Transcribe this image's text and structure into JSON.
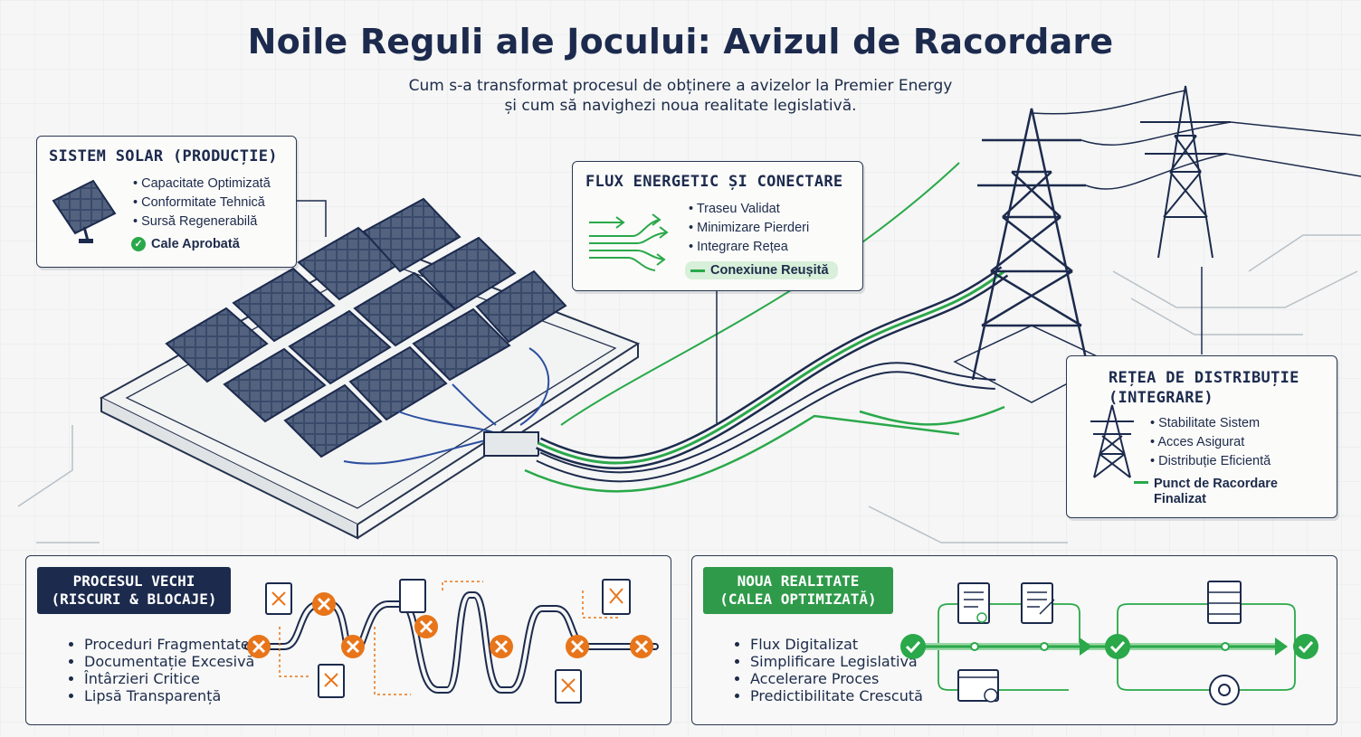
{
  "header": {
    "title": "Noile Reguli ale Jocului: Avizul de Racordare",
    "subtitle_line1": "Cum s-a transformat procesul de obținere a avizelor la Premier Energy",
    "subtitle_line2": "și cum să navighezi noua realitate legislativă."
  },
  "solar_card": {
    "title": "SISTEM SOLAR (PRODUCȚIE)",
    "items": [
      "Capacitate Optimizată",
      "Conformitate Tehnică",
      "Sursă Regenerabilă"
    ],
    "status": "Cale Aprobată"
  },
  "flow_card": {
    "title": "FLUX ENERGETIC ȘI CONECTARE",
    "items": [
      "Traseu Validat",
      "Minimizare Pierderi",
      "Integrare Rețea"
    ],
    "status": "Conexiune Reușită"
  },
  "grid_card": {
    "title_line1": "REȚEA DE DISTRIBUȚIE",
    "title_line2": "(INTEGRARE)",
    "items": [
      "Stabilitate Sistem",
      "Acces Asigurat",
      "Distribuție Eficientă"
    ],
    "status_line1": "Punct de Racordare",
    "status_line2": "Finalizat"
  },
  "old_process": {
    "tag_line1": "PROCESUL VECHI",
    "tag_line2": "(RISCURI & BLOCAJE)",
    "items": [
      "Proceduri Fragmentate",
      "Documentație Excesivă",
      "Întârzieri Critice",
      "Lipsă Transparență"
    ]
  },
  "new_reality": {
    "tag_line1": "NOUA REALITATE",
    "tag_line2": "(CALEA OPTIMIZATĂ)",
    "items": [
      "Flux Digitalizat",
      "Simplificare Legislativă",
      "Accelerare Proces",
      "Predictibilitate Crescută"
    ]
  },
  "colors": {
    "navy": "#1c2a4d",
    "green": "#2aa84a",
    "orange": "#e8751a",
    "blue_wire": "#2b4fa0"
  }
}
